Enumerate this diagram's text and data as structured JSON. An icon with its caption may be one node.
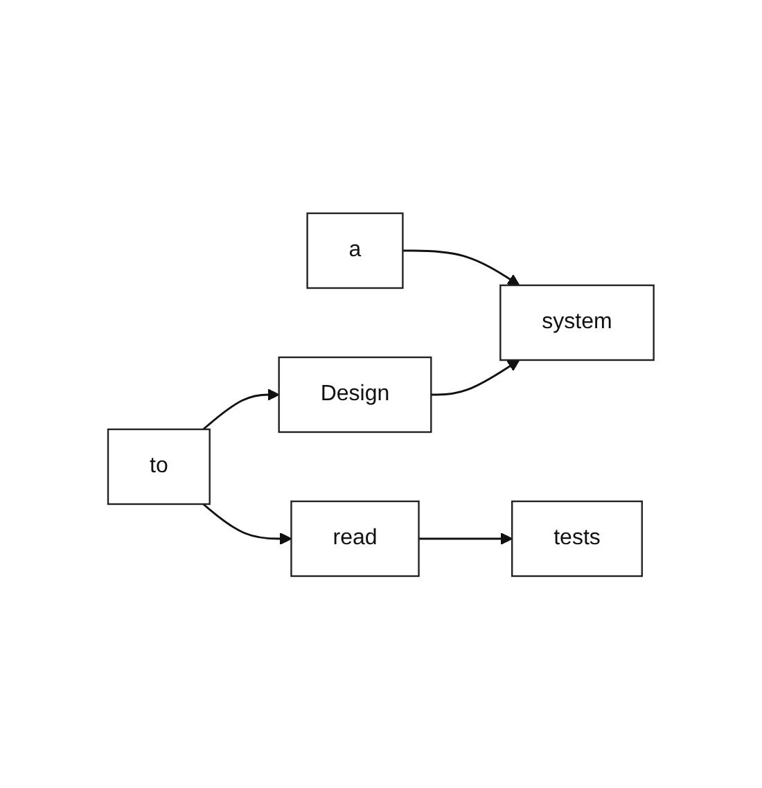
{
  "diagram": {
    "nodes": [
      {
        "text": [
          "a"
        ]
      },
      {
        "text": [
          "Design"
        ]
      },
      {
        "text": [
          "system"
        ]
      },
      {
        "text": [
          "to"
        ]
      },
      {
        "text": [
          "read"
        ]
      },
      {
        "text": [
          "tests"
        ]
      }
    ],
    "edges": [
      {
        "from": 0,
        "to": 2,
        "arrow": "to"
      },
      {
        "from": 1,
        "to": 2,
        "arrow": "to"
      },
      {
        "from": 3,
        "to": 1,
        "arrow": "to"
      },
      {
        "from": 3,
        "to": 4,
        "arrow": "to"
      },
      {
        "from": 4,
        "to": 5,
        "arrow": "to"
      }
    ]
  }
}
